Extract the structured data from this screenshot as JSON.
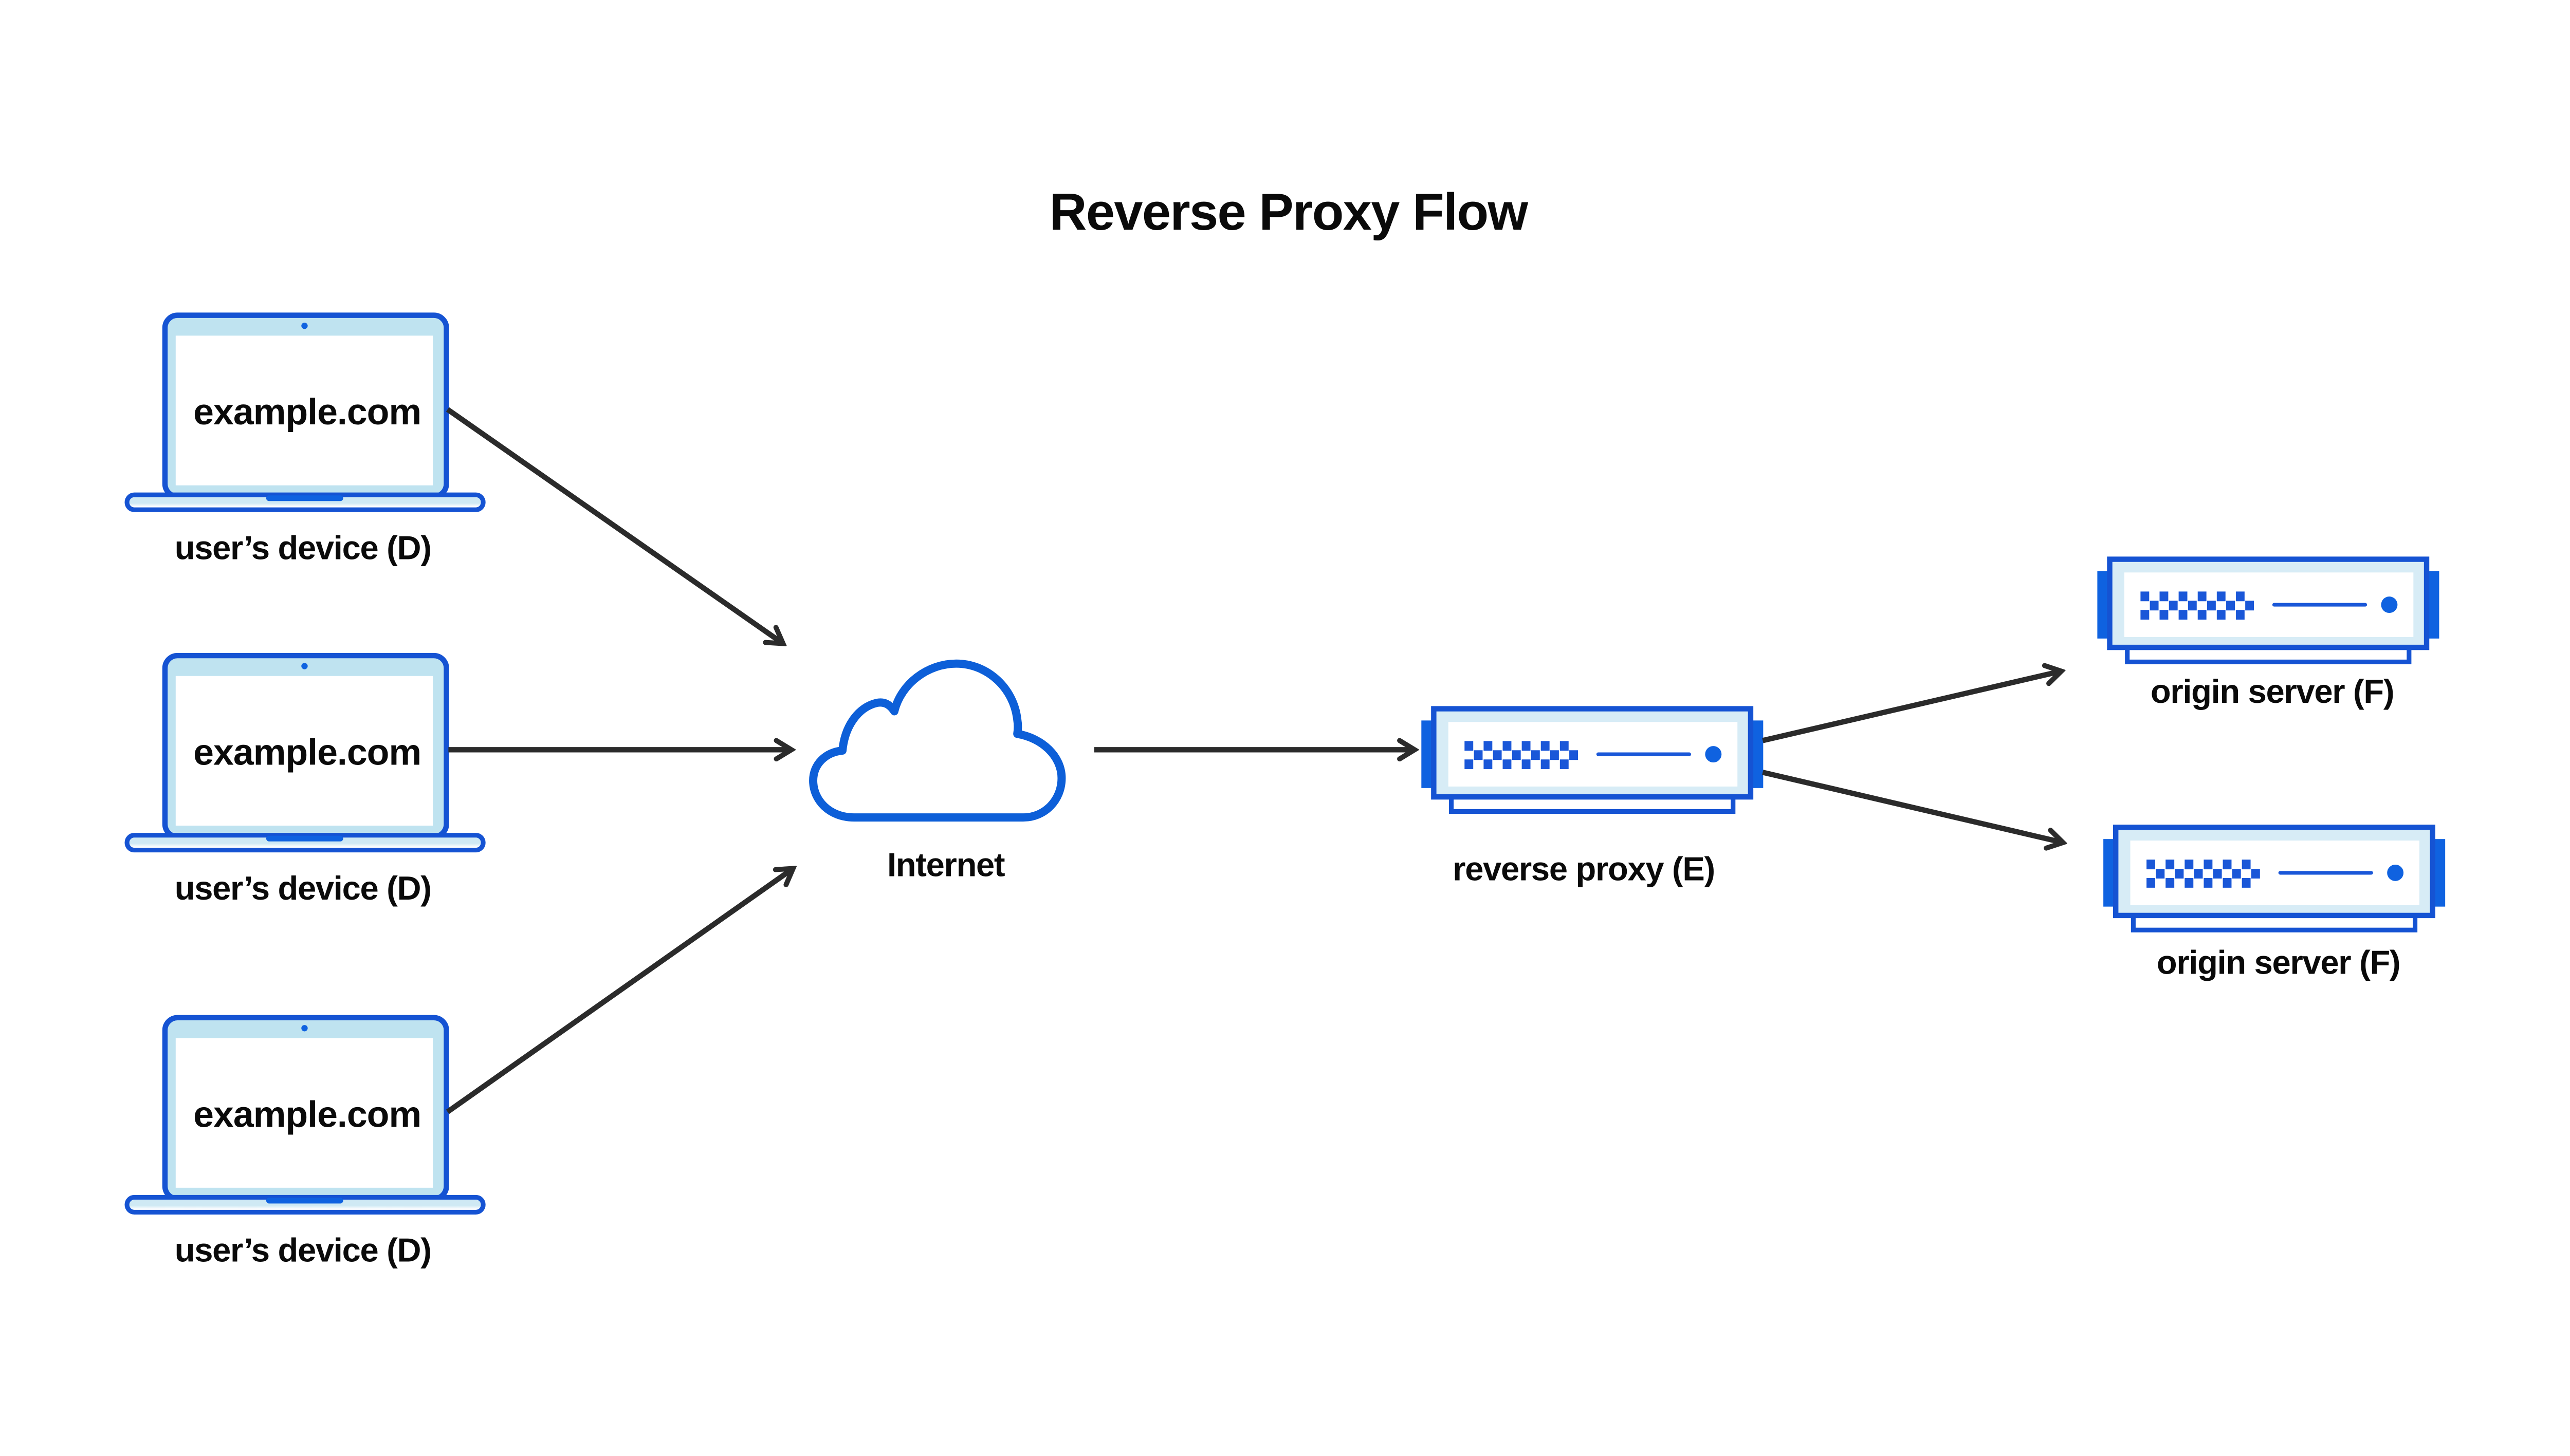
{
  "diagram": {
    "title": "Reverse Proxy Flow",
    "devices": [
      {
        "screen_text": "example.com",
        "label": "user’s device (D)"
      },
      {
        "screen_text": "example.com",
        "label": "user’s device (D)"
      },
      {
        "screen_text": "example.com",
        "label": "user’s device (D)"
      }
    ],
    "internet": {
      "label": "Internet"
    },
    "reverse_proxy": {
      "label": "reverse proxy (E)"
    },
    "origin_servers": [
      {
        "label": "origin server (F)"
      },
      {
        "label": "origin server (F)"
      }
    ],
    "colors": {
      "outline_blue": "#1553d3",
      "cloud_blue": "#0d5fd8",
      "accent_blue": "#0f62e0",
      "dot_blue": "#1a57d8",
      "laptop_fill": "#bfe3f0",
      "server_fill": "#d7ecf6",
      "arrow_color": "#2b2b2b",
      "text_color": "#0a0a0a",
      "background": "#ffffff"
    }
  }
}
